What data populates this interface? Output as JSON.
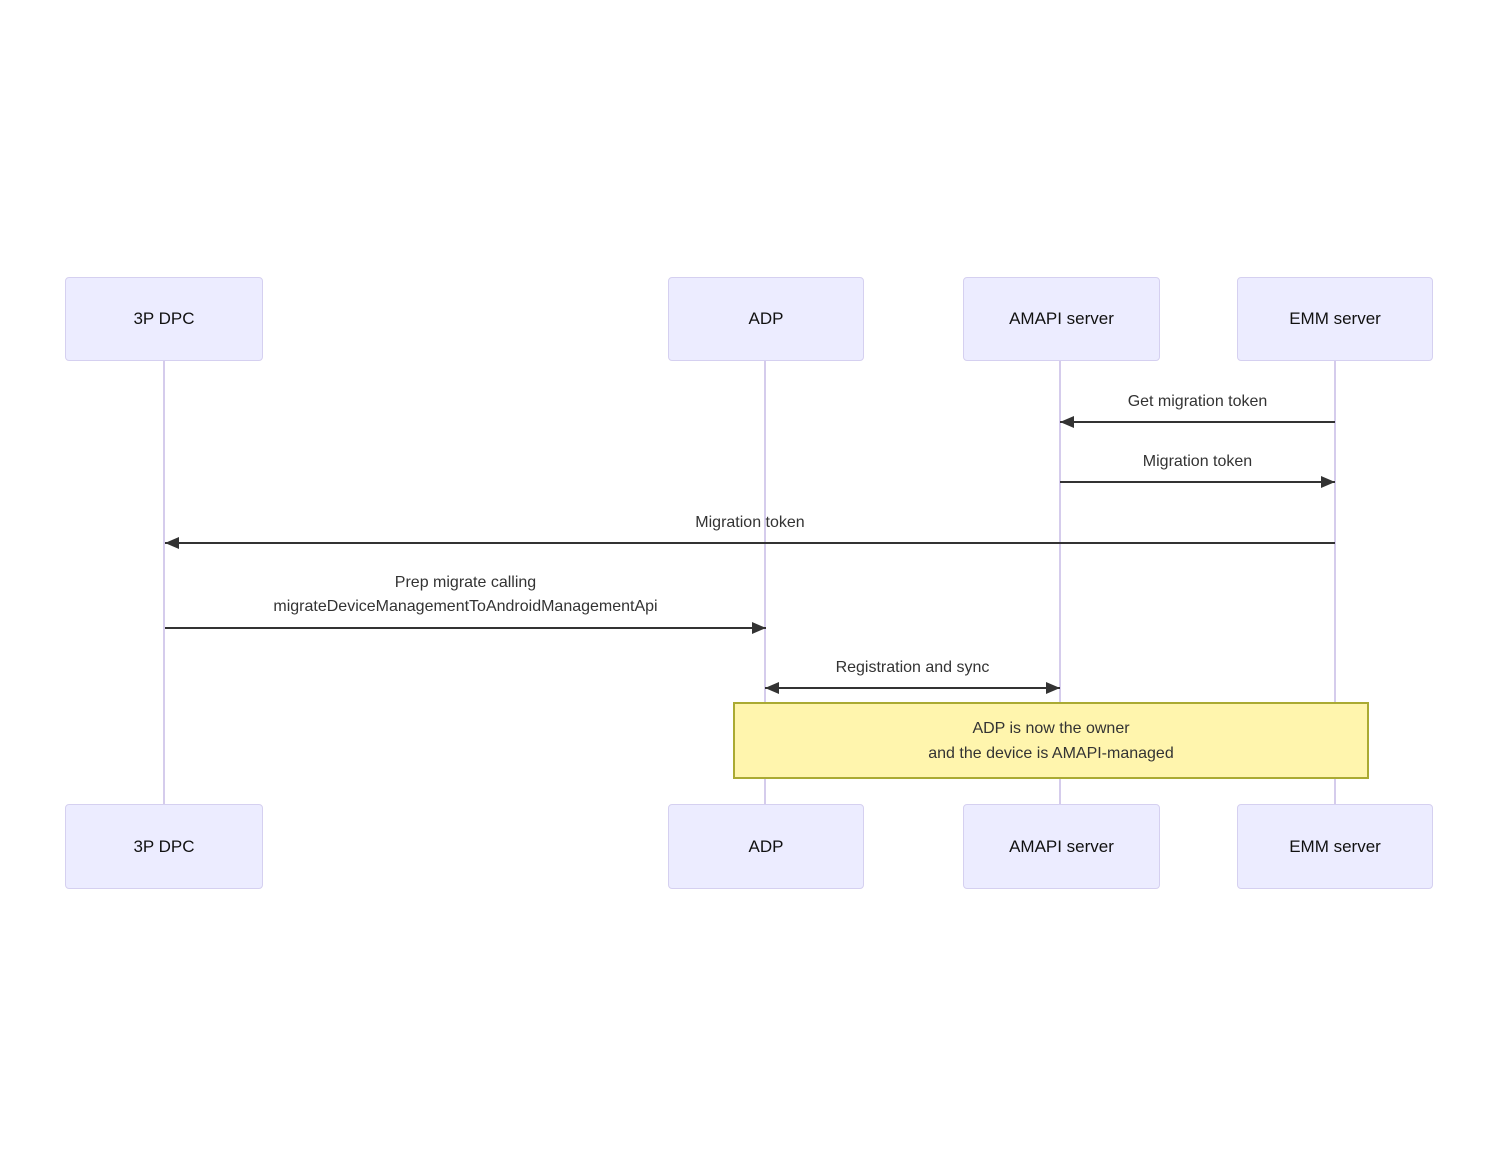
{
  "diagram": {
    "type": "sequence",
    "actors": [
      {
        "id": "dpc",
        "label": "3P DPC"
      },
      {
        "id": "adp",
        "label": "ADP"
      },
      {
        "id": "amapi",
        "label": "AMAPI server"
      },
      {
        "id": "emm",
        "label": "EMM server"
      }
    ],
    "messages": [
      {
        "from": "emm",
        "to": "amapi",
        "label": "Get migration token",
        "direction": "left"
      },
      {
        "from": "amapi",
        "to": "emm",
        "label": "Migration token",
        "direction": "right"
      },
      {
        "from": "emm",
        "to": "dpc",
        "label": "Migration token",
        "direction": "left"
      },
      {
        "from": "dpc",
        "to": "adp",
        "label": "Prep migrate calling",
        "label2": "migrateDeviceManagementToAndroidManagementApi",
        "direction": "right"
      },
      {
        "from": "adp",
        "to": "amapi",
        "label": "Registration and sync",
        "direction": "both"
      }
    ],
    "note": {
      "over": "ADP, EMM server",
      "line1": "ADP is now the owner",
      "line2": "and the device is AMAPI-managed"
    },
    "colors": {
      "actor_fill": "#ECECFF",
      "actor_border": "#D5D0F0",
      "lifeline": "#D5CCEC",
      "arrow": "#333333",
      "note_fill": "#FFF5AD",
      "note_border": "#AAAA33"
    }
  }
}
